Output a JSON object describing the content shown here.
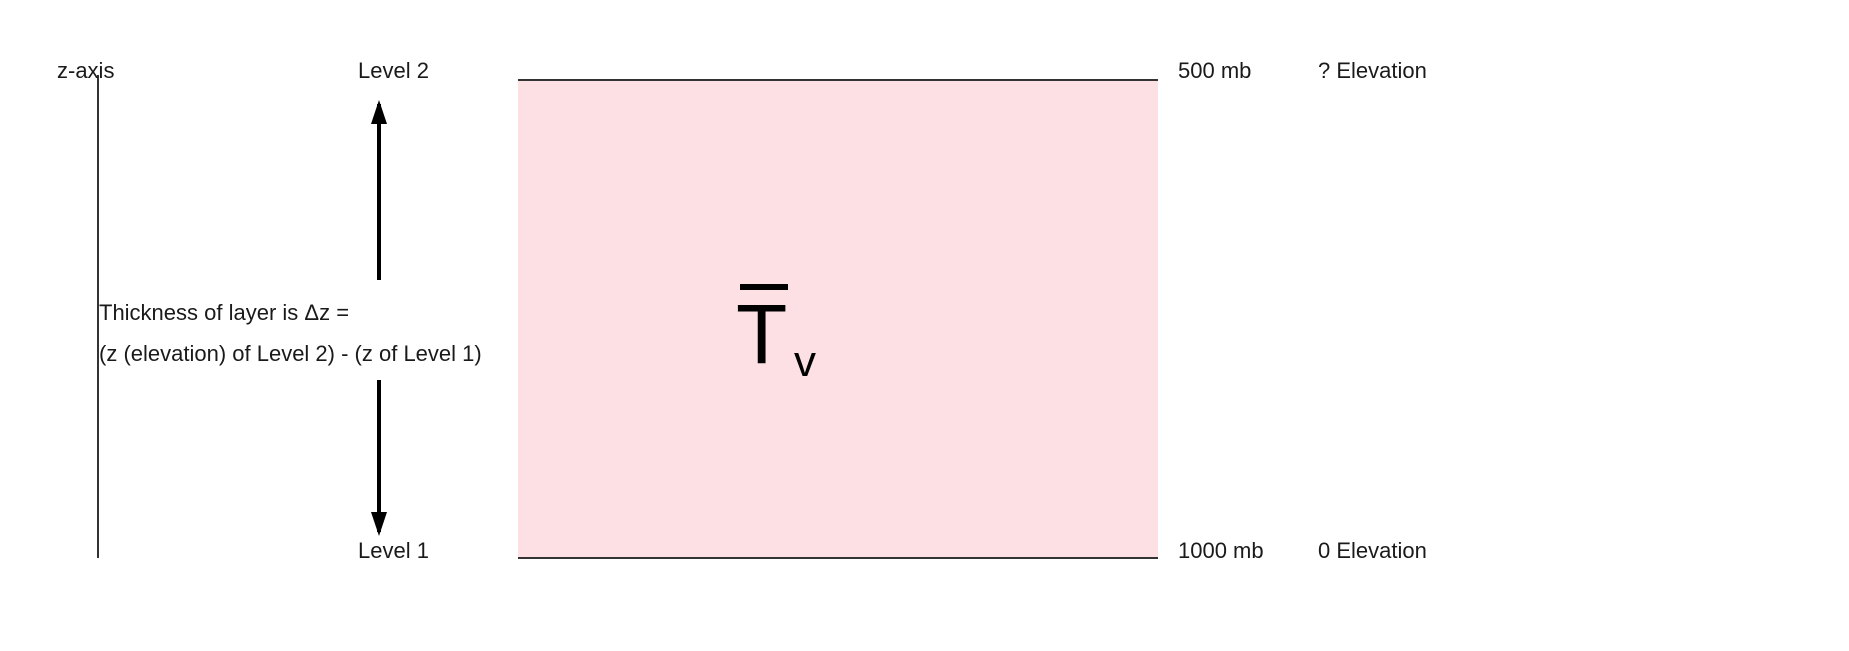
{
  "axis": {
    "label": "z-axis"
  },
  "levels": {
    "top": "Level 2",
    "bottom": "Level 1"
  },
  "pressure": {
    "top": "500 mb",
    "bottom": "1000 mb"
  },
  "elevation": {
    "top": "? Elevation",
    "bottom": "0 Elevation"
  },
  "thickness": {
    "line1": "Thickness of layer is Δz =",
    "line2": "(z (elevation) of Level 2) - (z of Level 1)"
  },
  "layer": {
    "symbol": "T",
    "subscript": "v",
    "fill_color": "#fde0e3"
  }
}
